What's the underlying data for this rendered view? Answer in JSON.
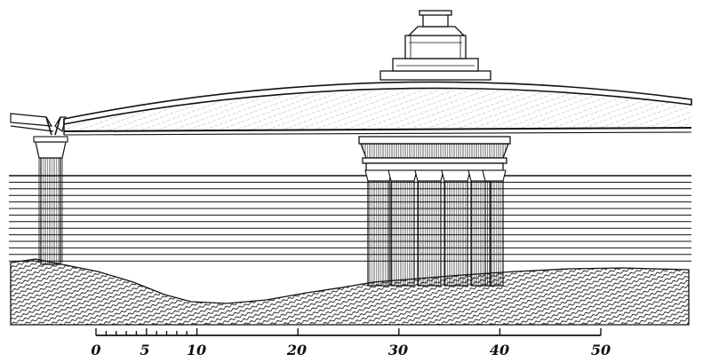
{
  "colors": {
    "ink": "#111111",
    "paper": "#ffffff"
  },
  "scale_bar": {
    "labels": [
      "0",
      "5",
      "10",
      "20",
      "30",
      "40",
      "50"
    ]
  }
}
